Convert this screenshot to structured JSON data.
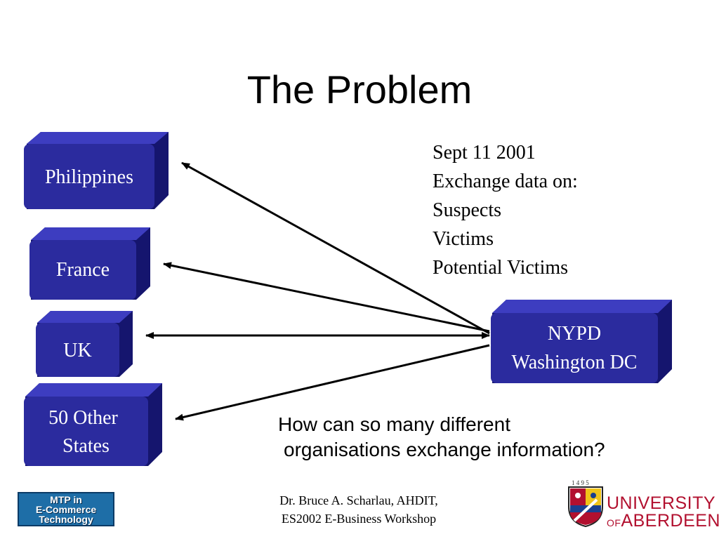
{
  "title": "The Problem",
  "boxes": {
    "philippines": "Philippines",
    "france": "France",
    "uk": "UK",
    "other_states_line1": "50 Other",
    "other_states_line2": "States",
    "nypd_line1": "NYPD",
    "nypd_line2": "Washington DC"
  },
  "info_lines": [
    "Sept 11 2001",
    "Exchange data on:",
    "Suspects",
    "Victims",
    "Potential Victims"
  ],
  "question": {
    "line1": "How can so many different",
    "line2": "organisations exchange information?"
  },
  "footer": {
    "line1": "Dr. Bruce A. Scharlau, AHDIT,",
    "line2": "ES2002 E-Business Workshop"
  },
  "logos": {
    "mtp_line1": "MTP in",
    "mtp_line2": "E-Commerce",
    "mtp_line3": "Technology",
    "university_line1": "UNIVERSITY",
    "university_of": "OF",
    "university_line2": "ABERDEEN",
    "crest_year": "1 4 9 5"
  },
  "colors": {
    "box_face": "#2b2b9e",
    "box_side": "#15156e",
    "box_top": "#3d3dc0",
    "arrow": "#000000",
    "university_red": "#b2102f"
  }
}
